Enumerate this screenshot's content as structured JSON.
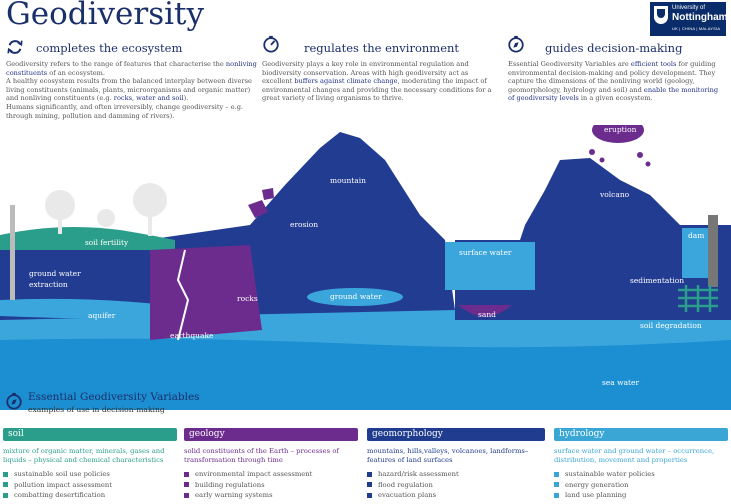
{
  "title": "Geodiversity",
  "logo": {
    "line1": "University of",
    "line2": "Nottingham",
    "line3": "UK | CHINA | MALAYSIA"
  },
  "sections": {
    "ecosystem": {
      "heading": "completes the ecosystem",
      "icon": "cycle-arrows-icon",
      "t1": "Geodiversity refers to the range of features that characterise the ",
      "h1": "nonliving constituents",
      "t2": " of an ecosystem.",
      "t3": "A healthy ecosystem results from the balanced interplay between diverse living constituents (animals, plants, microorganisms and organic matter) and nonliving constituents (e.g. ",
      "h2": "rocks, water and soil",
      "t4": ").",
      "t5": "Humans significantly, and often irreversibly, change geodiversity – e.g. through mining, pollution and damming of rivers)."
    },
    "environment": {
      "heading": "regulates the environment",
      "icon": "gauge-icon",
      "t1": "Geodiversity plays a key role in environmental regulation and biodiversity conservation. Areas with high geodiversity act as excellent ",
      "h1": "buffers against climate change",
      "t2": ", moderating the impact of environmental changes and providing the necessary conditions for a great variety of living organisms to thrive."
    },
    "decision": {
      "heading": "guides decision-making",
      "icon": "compass-icon",
      "t1": "Essential Geodiversity Variables are ",
      "h1": "efficient tools",
      "t2": " for guiding environmental decision-making and policy development. They capture the dimensions of the nonliving world (geology, geomorphology, hydrology and soil) and ",
      "h2": "enable the monitoring of geodiversity levels",
      "t3": " in a given ecosystem."
    }
  },
  "diagram_labels": {
    "soil_fertility": "soil fertility",
    "ground_water_extraction_1": "ground water",
    "ground_water_extraction_2": "extraction",
    "aquifer": "aquifer",
    "earthquake": "earthquake",
    "rocks": "rocks",
    "erosion": "erosion",
    "mountain": "mountain",
    "ground_water": "ground water",
    "surface_water": "surface water",
    "sand": "sand",
    "eruption": "eruption",
    "volcano": "volcano",
    "dam": "dam",
    "sedimentation": "sedimentation",
    "soil_degradation": "soil degradation",
    "sea_water": "sea water"
  },
  "variables": {
    "heading": "Essential Geodiversity Variables",
    "subheading": "examples of use in decision-making",
    "icon": "compass-icon",
    "categories": [
      {
        "name": "soil",
        "color": "#2a9e8b",
        "description": "mixture of organic matter, minerals, gases and liquids – physical and chemical characteristics",
        "uses": [
          "sustainable soil use policies",
          "pollution impact assessment",
          "combatting desertification"
        ]
      },
      {
        "name": "geology",
        "color": "#6c2c8e",
        "description": "solid constituents of the Earth – processes of transformation through time",
        "uses": [
          "environmental impact assessment",
          "building regulations",
          "early warning systems"
        ]
      },
      {
        "name": "geomorphology",
        "color": "#1f3c8f",
        "description": "mountains, hills,valleys, volcanoes, landforms– features of land surfaces",
        "uses": [
          "hazard/risk assessment",
          "flood regulation",
          "evacuation plans"
        ]
      },
      {
        "name": "hydrology",
        "color": "#3aa6d6",
        "description": "surface water and ground water – occurrence, distribution, movement and properties",
        "uses": [
          "sustainable water policies",
          "energy generation",
          "land use planning"
        ]
      }
    ]
  }
}
